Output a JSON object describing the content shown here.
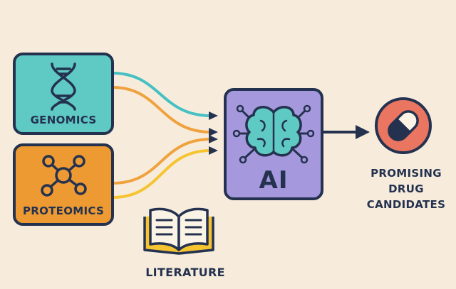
{
  "nodes": {
    "genomics": {
      "label": "GENOMICS",
      "icon": "dna-helix-icon",
      "color": "#5fcac4"
    },
    "proteomics": {
      "label": "PROTEOMICS",
      "icon": "molecule-network-icon",
      "color": "#ee9a33"
    },
    "literature": {
      "label": "LITERATURE",
      "icon": "open-book-icon",
      "color": "#f6c431"
    },
    "ai": {
      "label": "AI",
      "icon": "brain-circuit-icon",
      "color": "#a598dc"
    },
    "output": {
      "lines": [
        "PROMISING",
        "DRUG",
        "CANDIDATES"
      ],
      "icon": "pill-icon",
      "color": "#ea7560"
    }
  },
  "colors": {
    "background": "#f7ecdc",
    "outline": "#24324f",
    "flow_teal": "#46c0c2",
    "flow_orange": "#f0a23e",
    "flow_yellow": "#f6c431"
  }
}
